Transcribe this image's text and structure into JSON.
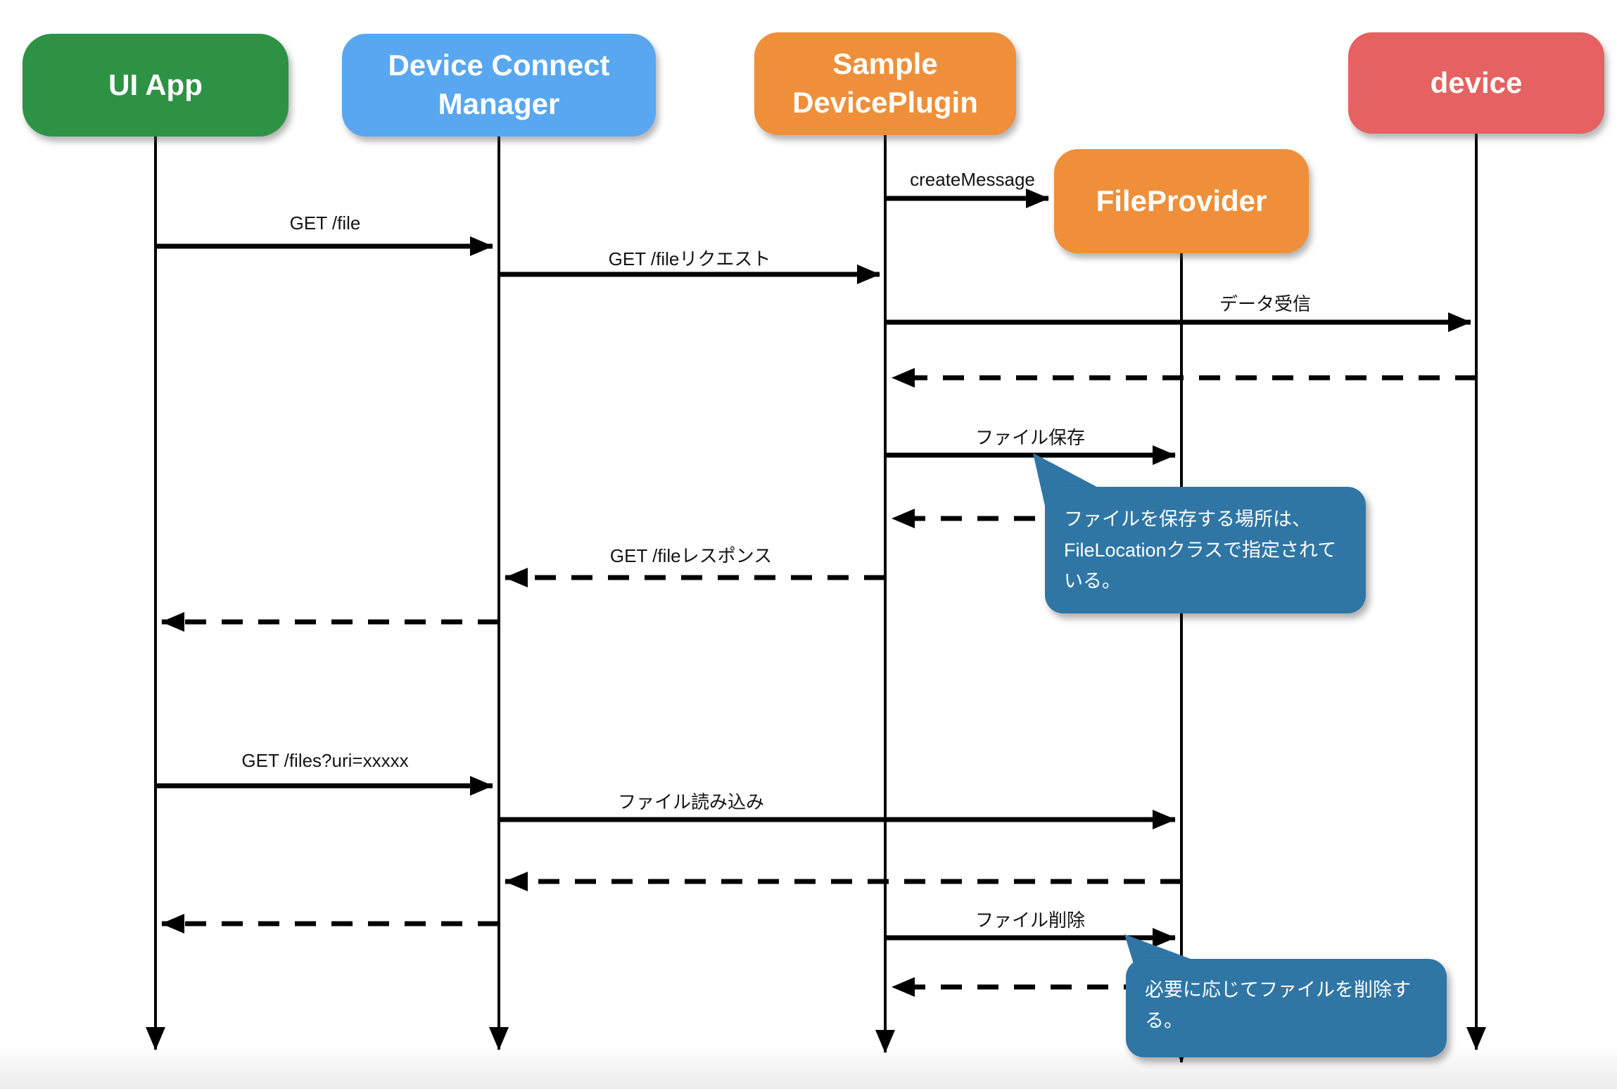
{
  "diagram": {
    "kind": "sequence-diagram",
    "colors": {
      "ui_app": "#2e9245",
      "device_connect_manager": "#58a7f0",
      "sample_deviceplugin": "#ef8f3a",
      "device": "#e66161",
      "fileprovider": "#ef8f3a",
      "note": "#2f76a5",
      "line": "#000000"
    },
    "actors": [
      {
        "id": "ui-app",
        "label": "UI App"
      },
      {
        "id": "device-connect-manager",
        "label": "Device Connect Manager"
      },
      {
        "id": "sample-deviceplugin",
        "label": "Sample DevicePlugin"
      },
      {
        "id": "device",
        "label": "device"
      },
      {
        "id": "fileprovider",
        "label": "FileProvider"
      }
    ],
    "messages": [
      {
        "label": "createMessage",
        "from": "sample-deviceplugin",
        "to": "fileprovider",
        "style": "solid"
      },
      {
        "label": "GET /file",
        "from": "ui-app",
        "to": "device-connect-manager",
        "style": "solid"
      },
      {
        "label": "GET /fileリクエスト",
        "from": "device-connect-manager",
        "to": "sample-deviceplugin",
        "style": "solid"
      },
      {
        "label": "データ受信",
        "from": "sample-deviceplugin",
        "to": "device",
        "style": "solid"
      },
      {
        "label": "",
        "from": "device",
        "to": "sample-deviceplugin",
        "style": "dashed"
      },
      {
        "label": "ファイル保存",
        "from": "sample-deviceplugin",
        "to": "fileprovider",
        "style": "solid"
      },
      {
        "label": "",
        "from": "fileprovider",
        "to": "sample-deviceplugin",
        "style": "dashed"
      },
      {
        "label": "GET /fileレスポンス",
        "from": "sample-deviceplugin",
        "to": "device-connect-manager",
        "style": "dashed"
      },
      {
        "label": "",
        "from": "device-connect-manager",
        "to": "ui-app",
        "style": "dashed"
      },
      {
        "label": "GET /files?uri=xxxxx",
        "from": "ui-app",
        "to": "device-connect-manager",
        "style": "solid"
      },
      {
        "label": "ファイル読み込み",
        "from": "device-connect-manager",
        "to": "fileprovider",
        "style": "solid"
      },
      {
        "label": "",
        "from": "fileprovider",
        "to": "device-connect-manager",
        "style": "dashed"
      },
      {
        "label": "",
        "from": "device-connect-manager",
        "to": "ui-app",
        "style": "dashed"
      },
      {
        "label": "ファイル削除",
        "from": "sample-deviceplugin",
        "to": "fileprovider",
        "style": "solid"
      },
      {
        "label": "",
        "from": "fileprovider",
        "to": "sample-deviceplugin",
        "style": "dashed"
      }
    ],
    "notes": [
      {
        "text": "ファイルを保存する場所は、FileLocationクラスで指定されている。",
        "anchor": "ファイル保存"
      },
      {
        "text": "必要に応じてファイルを削除する。",
        "anchor": "ファイル削除"
      }
    ]
  }
}
